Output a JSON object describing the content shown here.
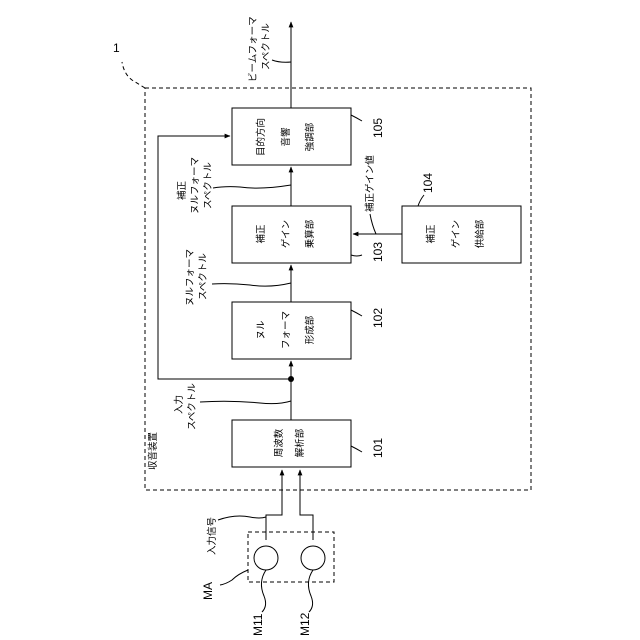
{
  "device": {
    "number": "1",
    "label": "収音装置"
  },
  "blocks": {
    "freq_analysis": {
      "line1": "周波数",
      "line2": "解析部",
      "ref": "101"
    },
    "null_former": {
      "line1": "ヌル",
      "line2": "フォーマ",
      "line3": "形成部",
      "ref": "102"
    },
    "gain_mult": {
      "line1": "補正",
      "line2": "ゲイン",
      "line3": "乗算部",
      "ref": "103"
    },
    "gain_supply": {
      "line1": "補正",
      "line2": "ゲイン",
      "line3": "供給部",
      "ref": "104"
    },
    "target_enh": {
      "line1": "目的方向",
      "line2": "音響",
      "line3": "強調部",
      "ref": "105"
    }
  },
  "signals": {
    "input_signal": "入力信号",
    "input_spectrum": {
      "line1": "入力",
      "line2": "スペクトル"
    },
    "null_spectrum": {
      "line1": "ヌルフォーマ",
      "line2": "スペクトル"
    },
    "corr_null_spectrum": {
      "line1": "補正",
      "line2": "ヌルフォーマ",
      "line3": "スペクトル"
    },
    "corr_gain_value": "補正ゲイン値",
    "beam_spectrum": {
      "line1": "ビームフォーマ",
      "line2": "スペクトル"
    }
  },
  "mic": {
    "array": "MA",
    "m1": "M11",
    "m2": "M12"
  }
}
